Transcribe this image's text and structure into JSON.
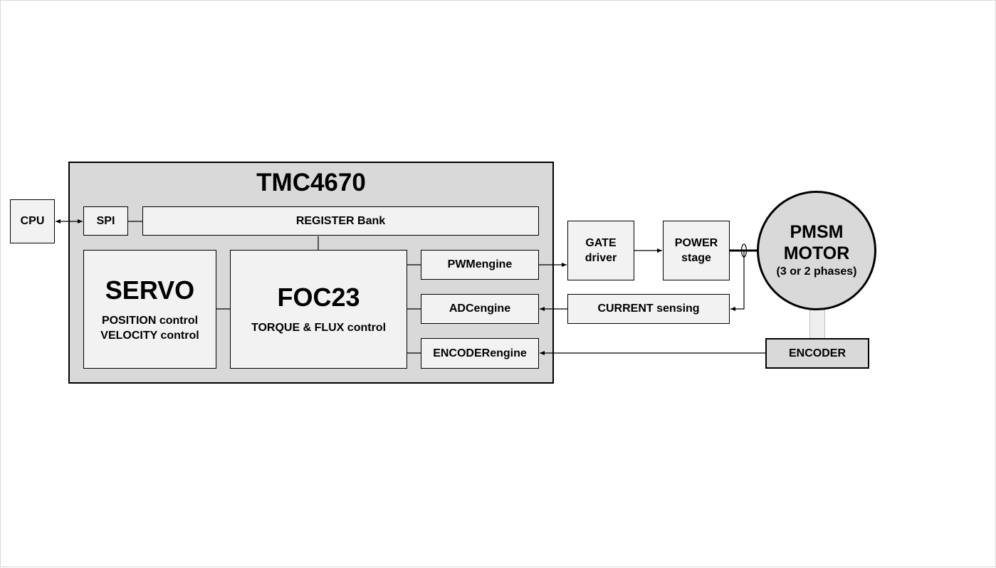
{
  "chip": {
    "title": "TMC4670"
  },
  "blocks": {
    "cpu": "CPU",
    "spi": "SPI",
    "register_bank": "REGISTER Bank",
    "servo": {
      "title": "SERVO",
      "line1": "POSITION control",
      "line2": "VELOCITY control"
    },
    "foc": {
      "title": "FOC23",
      "line1": "TORQUE & FLUX control"
    },
    "pwm_engine": "PWMengine",
    "adc_engine": "ADCengine",
    "encoder_engine": "ENCODERengine",
    "gate_driver": {
      "line1": "GATE",
      "line2": "driver"
    },
    "power_stage": {
      "line1": "POWER",
      "line2": "stage"
    },
    "current_sensing": "CURRENT sensing",
    "encoder": "ENCODER"
  },
  "motor": {
    "line1": "PMSM",
    "line2": "MOTOR",
    "line3": "(3 or 2 phases)"
  },
  "colors": {
    "chip_fill": "#d9d9d9",
    "block_fill": "#f2f2f2",
    "stroke": "#000000"
  }
}
